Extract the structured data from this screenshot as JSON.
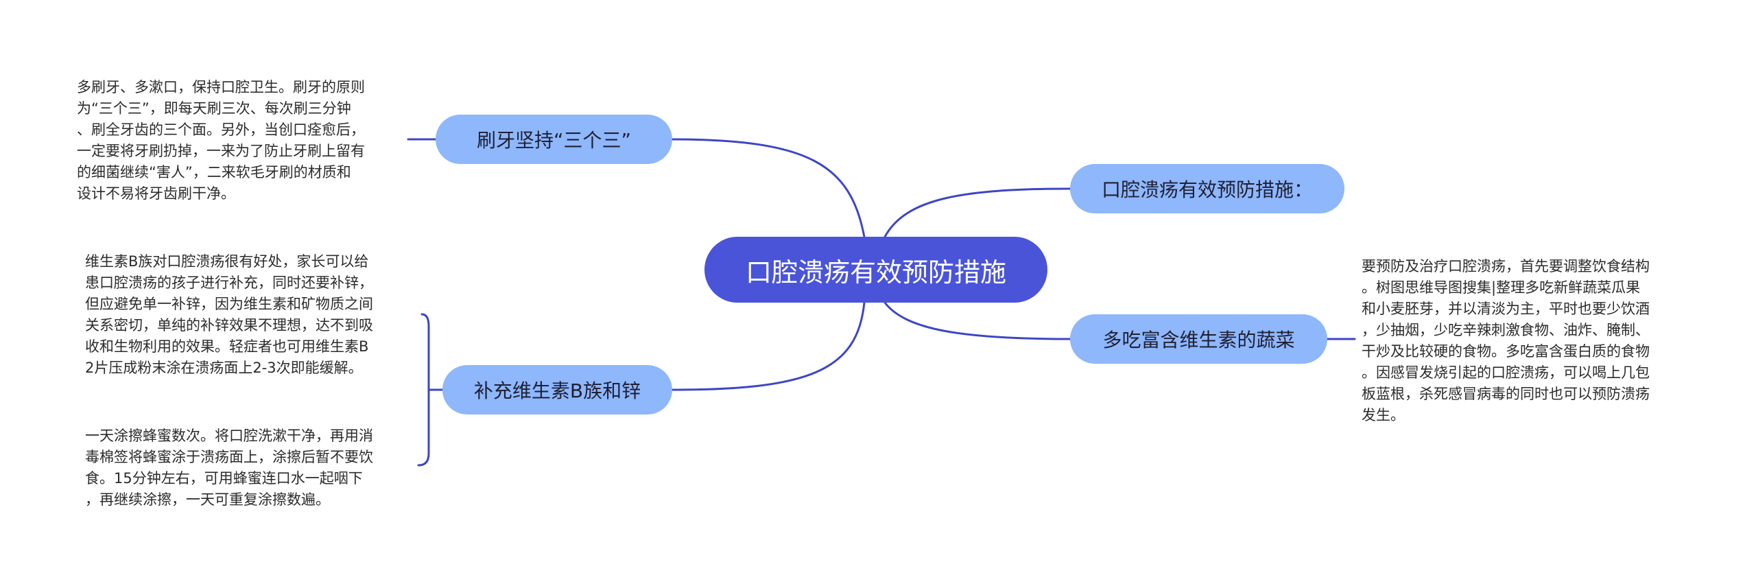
{
  "root": {
    "label": "口腔溃疡有效预防措施"
  },
  "branches": {
    "brushing": {
      "label": "刷牙坚持“三个三”",
      "note": "多刷牙、多漱口，保持口腔卫生。刷牙的原则\n为“三个三”，即每天刷三次、每次刷三分钟\n、刷全牙齿的三个面。另外，当创口痊愈后，\n一定要将牙刷扔掉，一来为了防止牙刷上留有\n的细菌继续“害人”，二来软毛牙刷的材质和\n设计不易将牙齿刷干净。"
    },
    "supplement": {
      "label": "补充维生素B族和锌",
      "notes": [
        "维生素B族对口腔溃疡很有好处，家长可以给\n患口腔溃疡的孩子进行补充，同时还要补锌，\n但应避免单一补锌，因为维生素和矿物质之间\n关系密切，单纯的补锌效果不理想，达不到吸\n收和生物利用的效果。轻症者也可用维生素B\n2片压成粉末涂在溃疡面上2-3次即能缓解。",
        "一天涂擦蜂蜜数次。将口腔洗漱干净，再用消\n毒棉签将蜂蜜涂于溃疡面上，涂擦后暂不要饮\n食。15分钟左右，可用蜂蜜连口水一起咽下\n，再继续涂擦，一天可重复涂擦数遍。"
      ]
    },
    "measures": {
      "label": "口腔溃疡有效预防措施："
    },
    "vegetables": {
      "label": "多吃富含维生素的蔬菜",
      "note": "要预防及治疗口腔溃疡，首先要调整饮食结构\n。树图思维导图搜集|整理多吃新鲜蔬菜瓜果\n和小麦胚芽，并以清淡为主，平时也要少饮酒\n，少抽烟，少吃辛辣刺激食物、油炸、腌制、\n干炒及比较硬的食物。多吃富含蛋白质的食物\n。因感冒发烧引起的口腔溃疡，可以喝上几包\n板蓝根，杀死感冒病毒的同时也可以预防溃疡\n发生。"
    }
  },
  "colors": {
    "root_fill": "#4a54d9",
    "topic_fill": "#8eb7fc",
    "connector": "#3d46c4",
    "background": "#ffffff"
  }
}
